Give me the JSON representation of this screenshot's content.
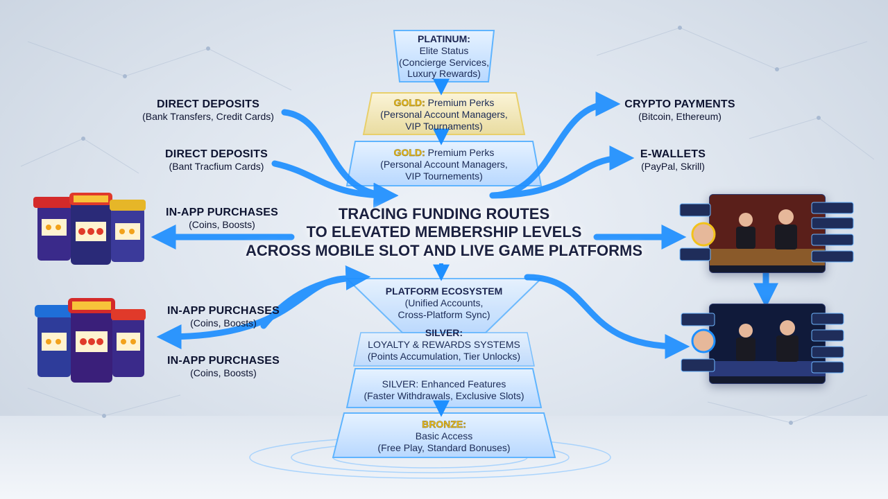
{
  "title": {
    "line1": "TRACING FUNDING ROUTES",
    "line2": "TO ELEVATED MEMBERSHIP LEVELS",
    "line3": "ACROSS MOBILE SLOT AND LIVE GAME PLATFORMS"
  },
  "tiers": {
    "platinum": {
      "head": "PLATINUM:",
      "l1": "Elite Status",
      "l2": "(Concierge Services,",
      "l3": "Luxury Rewards)"
    },
    "gold1": {
      "head": "GOLD:",
      "rest": " Premium Perks",
      "l2": "(Personal Account Managers,",
      "l3": "VIP Tournaments)"
    },
    "gold2": {
      "head": "GOLD:",
      "rest": " Premium Perks",
      "l2": "(Personal Account Managers,",
      "l3": "VIP Tournements)"
    },
    "ecosystem": {
      "head": "PLATFORM ECOSYSTEM",
      "l2": "(Unified Accounts,",
      "l3": "Cross-Platform Sync)"
    },
    "silver1": {
      "head": "SILVER:",
      "l2": "LOYALTY & REWARDS SYSTEMS",
      "l3": "(Points Accumulation, Tier Unlocks)"
    },
    "silver2": {
      "head": "SILVER: Enhanced Features",
      "l2": "(Faster Withdrawals, Exclusive Slots)"
    },
    "bronze": {
      "head": "BRONZE:",
      "l2": "Basic Access",
      "l3": "(Free Play, Standard Bonuses)"
    }
  },
  "left": {
    "deposit1": {
      "title": "DIRECT DEPOSITS",
      "sub": "(Bank Transfers, Credit Cards)"
    },
    "deposit2": {
      "title": "DIRECT DEPOSITS",
      "sub": "(Bant Tracfium Cards)"
    },
    "iap1": {
      "title": "IN-APP PURCHASES",
      "sub": "(Coins, Boosts)"
    },
    "iap2": {
      "title": "IN-APP PURCHASES",
      "sub": "(Coins, Boosts)"
    },
    "iap3": {
      "title": "IN-APP PURCHASES",
      "sub": "(Coins, Boosts)"
    }
  },
  "right": {
    "crypto": {
      "title": "CRYPTO PAYMENTS",
      "sub": "(Bitcoin, Ethereum)"
    },
    "ewallet": {
      "title": "E-WALLETS",
      "sub": "(PayPal, Skrill)"
    }
  },
  "colors": {
    "arrow": "#1e8fff",
    "glow": "#7fd0ff",
    "gold": "#f2c21b",
    "panel": "#d6e8ff"
  },
  "icons": [
    "slot-machine-icon",
    "live-dealer-screen-icon",
    "arrow-icon"
  ]
}
